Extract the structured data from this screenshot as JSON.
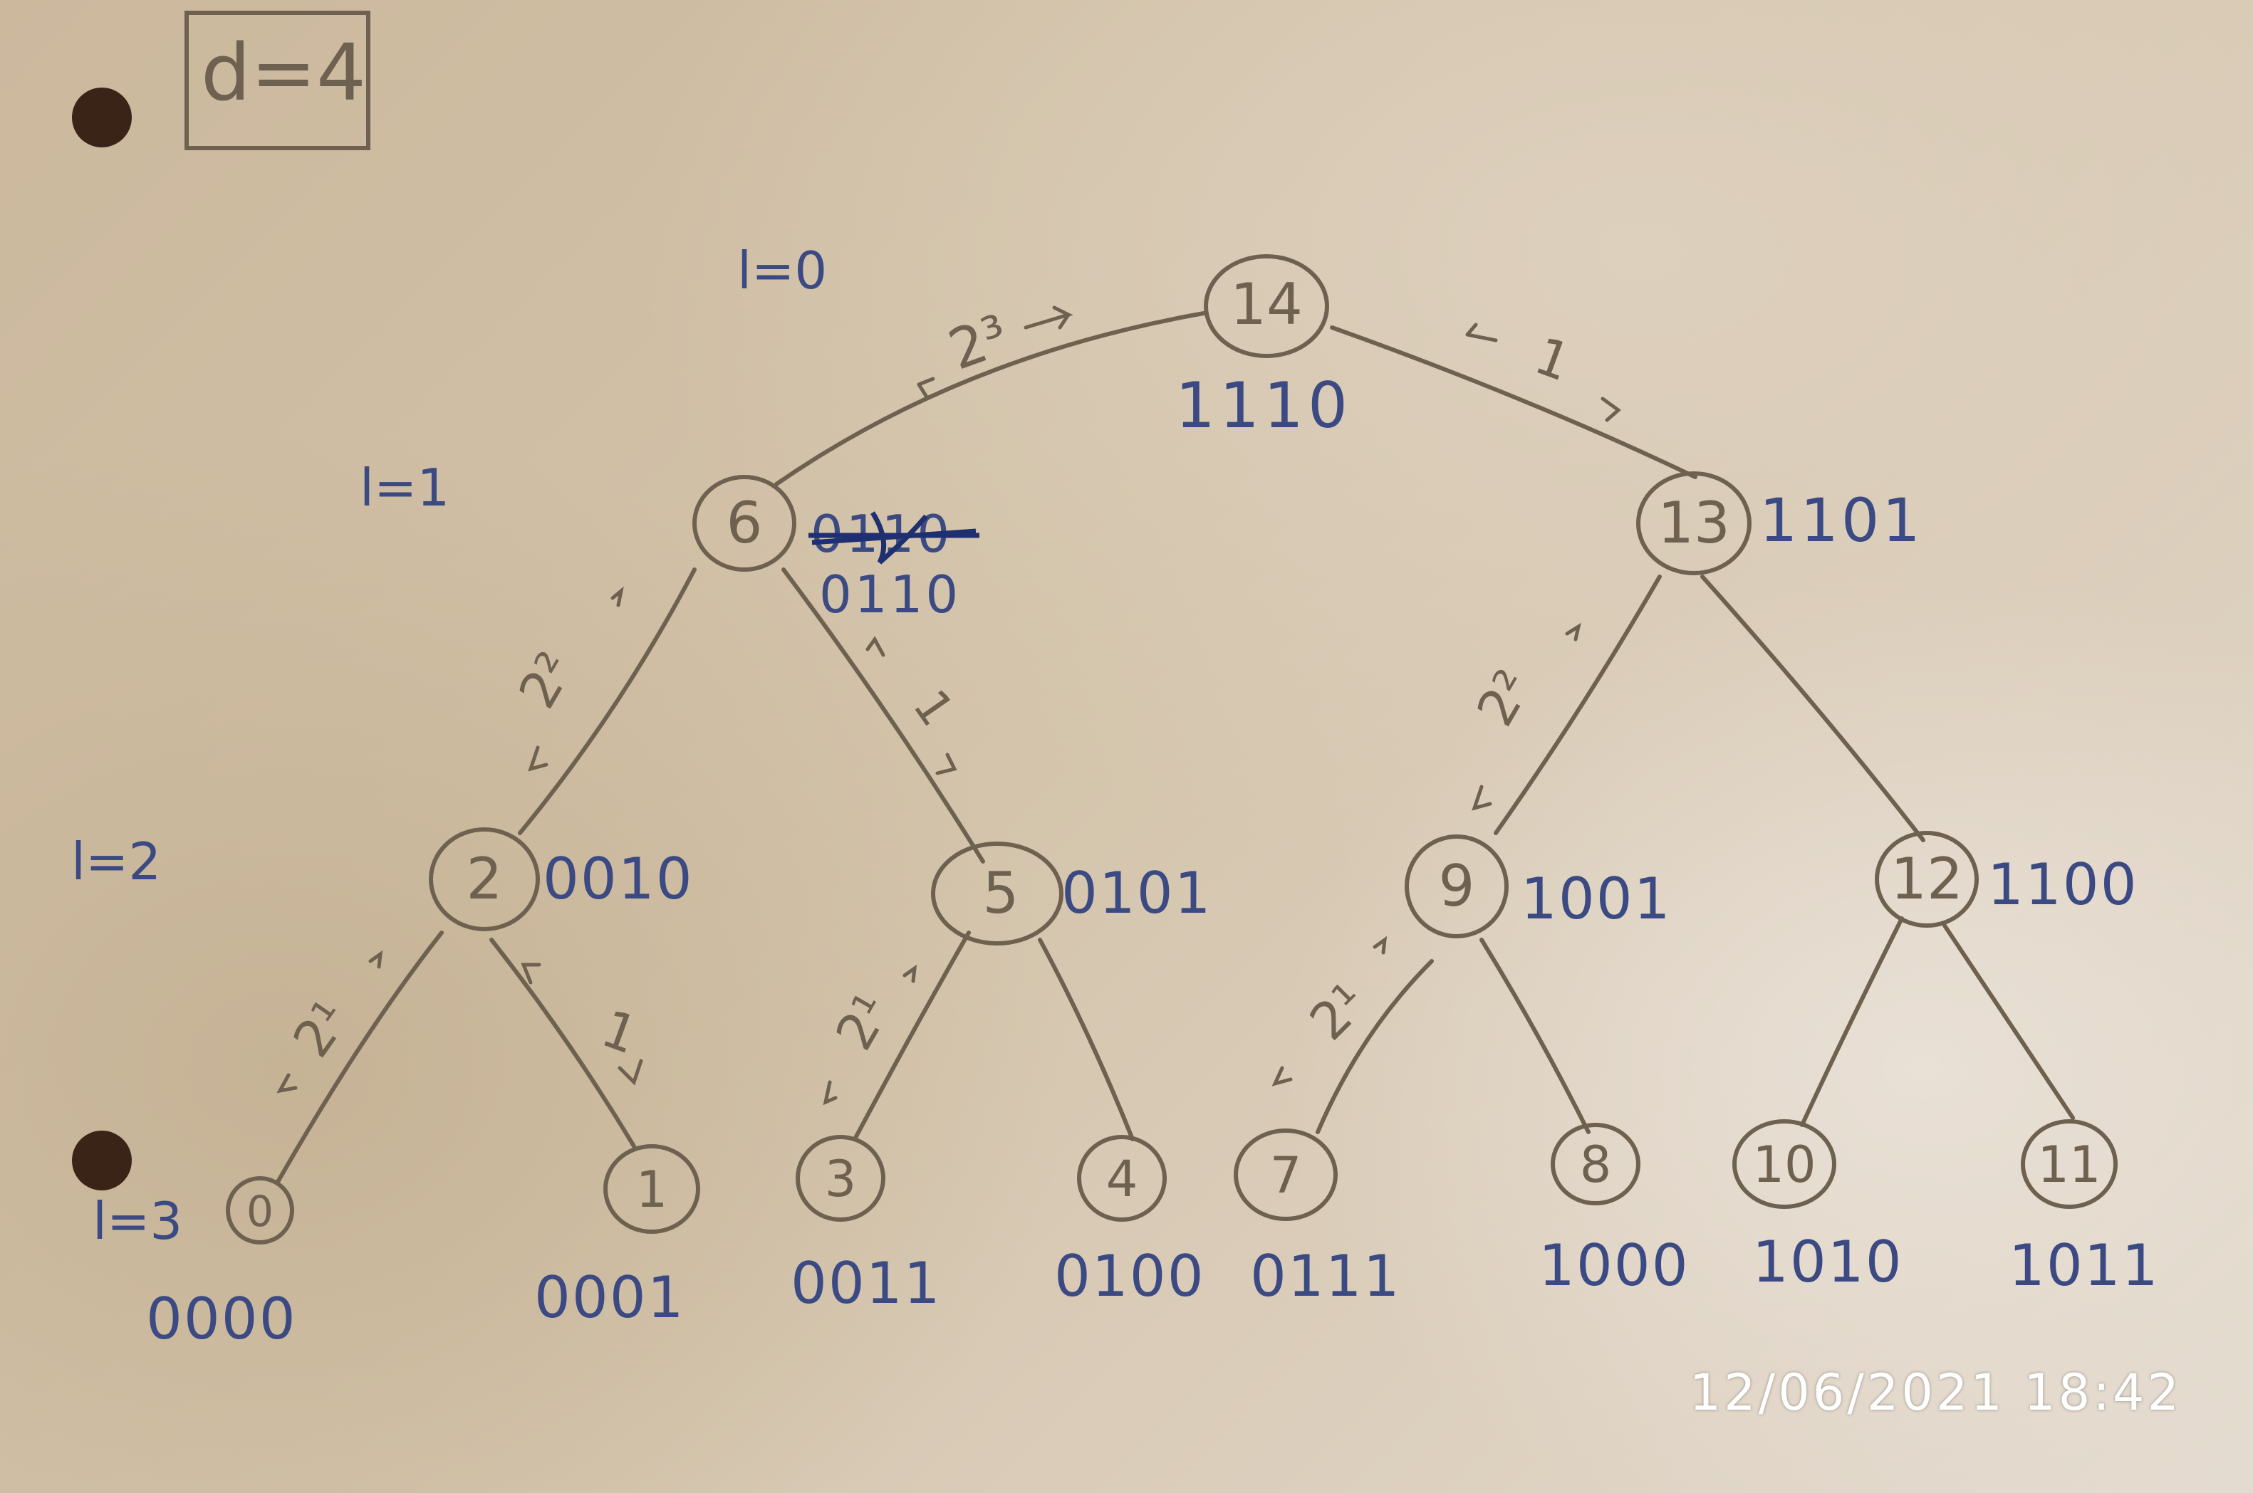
{
  "annotation": {
    "d_label": "d=4"
  },
  "levels": [
    {
      "label": "l=0"
    },
    {
      "label": "l=1"
    },
    {
      "label": "l=2"
    },
    {
      "label": "l=3"
    }
  ],
  "nodes": [
    {
      "id": "n14",
      "value": "14",
      "code": "1110"
    },
    {
      "id": "n6",
      "value": "6",
      "code": "0110",
      "struck": "0110"
    },
    {
      "id": "n13",
      "value": "13",
      "code": "1101"
    },
    {
      "id": "n2",
      "value": "2",
      "code": "0010"
    },
    {
      "id": "n5",
      "value": "5",
      "code": "0101"
    },
    {
      "id": "n9",
      "value": "9",
      "code": "1001"
    },
    {
      "id": "n12",
      "value": "12",
      "code": "1100"
    },
    {
      "id": "n0",
      "value": "0",
      "code": "0000"
    },
    {
      "id": "n1",
      "value": "1",
      "code": "0001"
    },
    {
      "id": "n3",
      "value": "3",
      "code": "0011"
    },
    {
      "id": "n4",
      "value": "4",
      "code": "0100"
    },
    {
      "id": "n7",
      "value": "7",
      "code": "0111"
    },
    {
      "id": "n8",
      "value": "8",
      "code": "1000"
    },
    {
      "id": "n10",
      "value": "10",
      "code": "1010"
    },
    {
      "id": "n11",
      "value": "11",
      "code": "1011"
    }
  ],
  "edge_labels": {
    "root_left": "2³",
    "root_right": "1",
    "n6_left": "2²",
    "n6_right": "1",
    "n13_left": "2²",
    "n2_left": "2¹",
    "n2_right": "1",
    "n5_left": "2¹",
    "n9_left": "2¹"
  },
  "timestamp": "12/06/2021 18:42"
}
